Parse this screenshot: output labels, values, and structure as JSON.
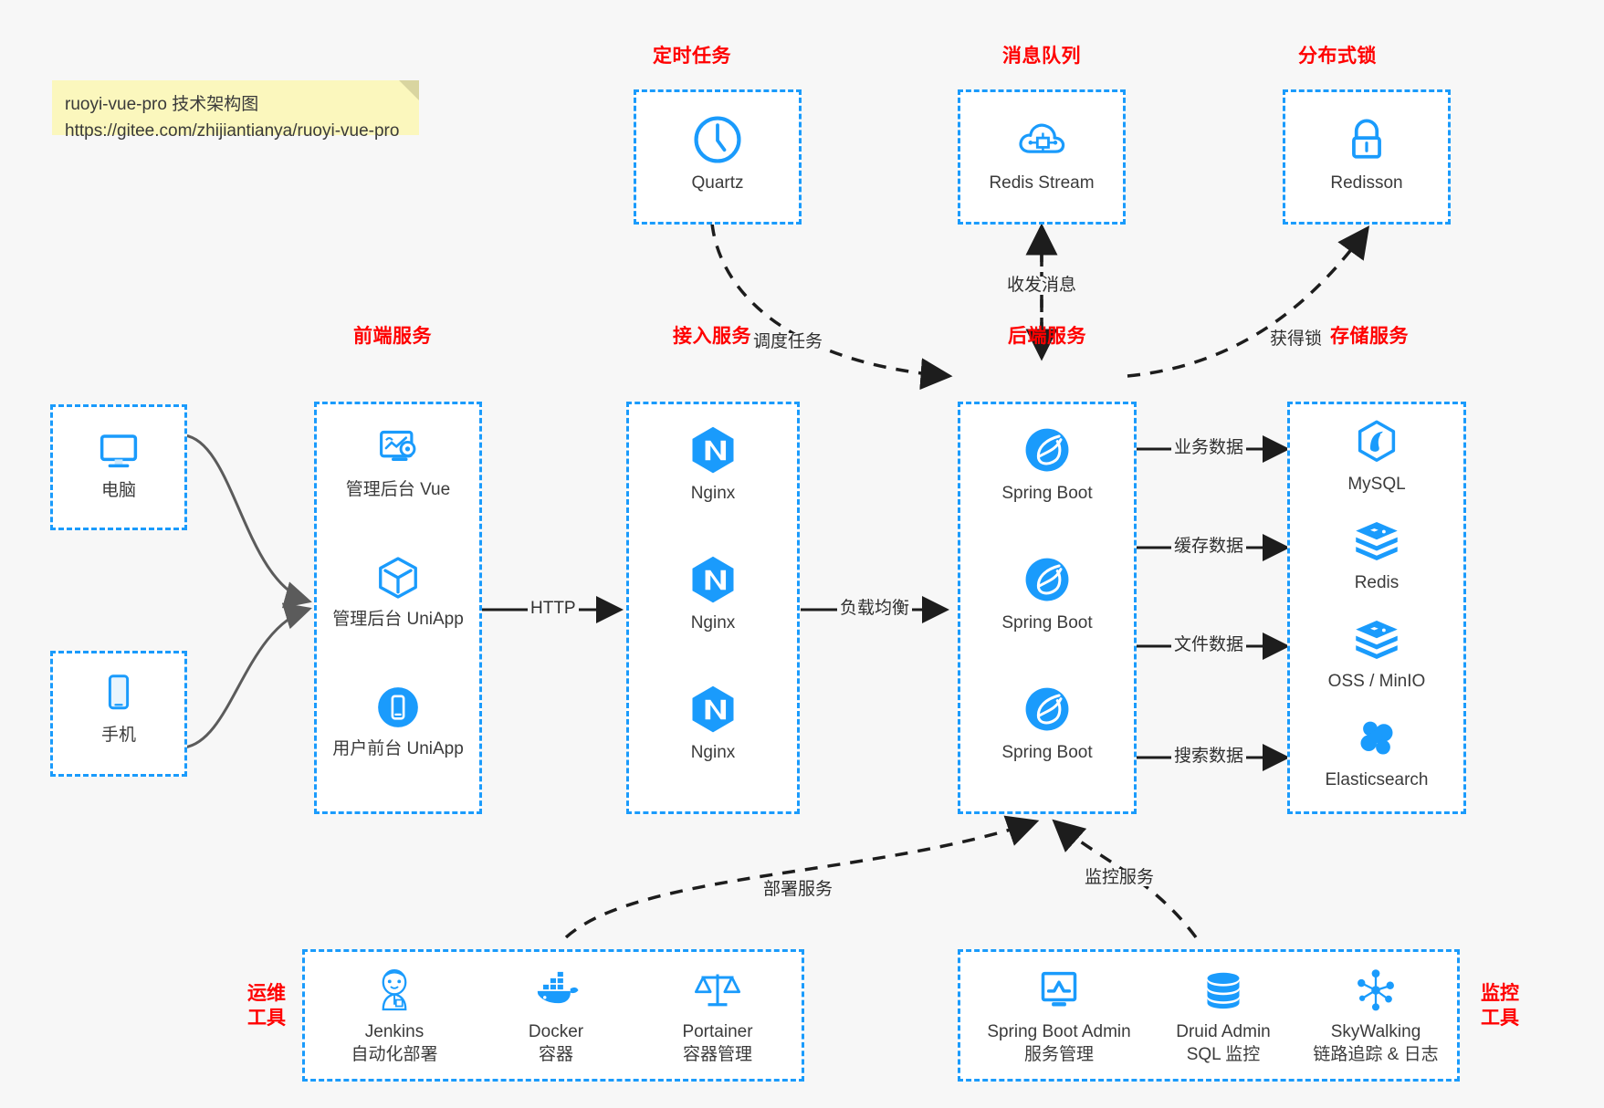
{
  "note": {
    "line1": "ruoyi-vue-pro 技术架构图",
    "line2": "https://gitee.com/zhijiantianya/ruoyi-vue-pro"
  },
  "colors": {
    "accent_blue": "#1a9bfc",
    "title_red": "#ff0000",
    "background": "#f7f7f7",
    "box_fill": "#ffffff",
    "arrow_black": "#1d1d1d",
    "arrow_gray": "#5b5b5b",
    "note_yellow": "#fbf7bd"
  },
  "groups": {
    "scheduler": {
      "title": "定时任务",
      "items": [
        {
          "name": "Quartz",
          "icon": "clock-icon"
        }
      ]
    },
    "message_queue": {
      "title": "消息队列",
      "items": [
        {
          "name": "Redis Stream",
          "icon": "cloud-network-icon"
        }
      ]
    },
    "distributed_lock": {
      "title": "分布式锁",
      "items": [
        {
          "name": "Redisson",
          "icon": "lock-icon"
        }
      ]
    },
    "clients": {
      "items": [
        {
          "name": "电脑",
          "icon": "desktop-icon"
        },
        {
          "name": "手机",
          "icon": "mobile-icon"
        }
      ]
    },
    "frontend": {
      "title": "前端服务",
      "items": [
        {
          "name": "管理后台 Vue",
          "icon": "dashboard-gear-icon"
        },
        {
          "name": "管理后台 UniApp",
          "icon": "cube-icon"
        },
        {
          "name": "用户前台 UniApp",
          "icon": "phone-circle-icon"
        }
      ]
    },
    "gateway": {
      "title": "接入服务",
      "items": [
        {
          "name": "Nginx",
          "icon": "nginx-icon"
        },
        {
          "name": "Nginx",
          "icon": "nginx-icon"
        },
        {
          "name": "Nginx",
          "icon": "nginx-icon"
        }
      ]
    },
    "backend": {
      "title": "后端服务",
      "items": [
        {
          "name": "Spring Boot",
          "icon": "spring-boot-icon"
        },
        {
          "name": "Spring Boot",
          "icon": "spring-boot-icon"
        },
        {
          "name": "Spring Boot",
          "icon": "spring-boot-icon"
        }
      ]
    },
    "storage": {
      "title": "存储服务",
      "items": [
        {
          "name": "MySQL",
          "icon": "mysql-icon"
        },
        {
          "name": "Redis",
          "icon": "redis-icon"
        },
        {
          "name": "OSS / MinIO",
          "icon": "redis-icon"
        },
        {
          "name": "Elasticsearch",
          "icon": "elasticsearch-icon"
        }
      ]
    },
    "ops_tools": {
      "title": "运维\n工具",
      "title_line1": "运维",
      "title_line2": "工具",
      "items": [
        {
          "name": "Jenkins",
          "desc": "自动化部署",
          "icon": "jenkins-icon"
        },
        {
          "name": "Docker",
          "desc": "容器",
          "icon": "docker-icon"
        },
        {
          "name": "Portainer",
          "desc": "容器管理",
          "icon": "scales-icon"
        }
      ]
    },
    "monitor_tools": {
      "title_line1": "监控",
      "title_line2": "工具",
      "items": [
        {
          "name": "Spring Boot Admin",
          "desc": "服务管理",
          "icon": "monitor-chart-icon"
        },
        {
          "name": "Druid Admin",
          "desc": "SQL 监控",
          "icon": "database-icon"
        },
        {
          "name": "SkyWalking",
          "desc": "链路追踪 & 日志",
          "icon": "skywalking-icon"
        }
      ]
    }
  },
  "edges": [
    {
      "id": "http",
      "label": "HTTP"
    },
    {
      "id": "load-balance",
      "label": "负载均衡"
    },
    {
      "id": "schedule-task",
      "label": "调度任务"
    },
    {
      "id": "send-receive-message",
      "label": "收发消息"
    },
    {
      "id": "acquire-lock",
      "label": "获得锁"
    },
    {
      "id": "business-data",
      "label": "业务数据"
    },
    {
      "id": "cache-data",
      "label": "缓存数据"
    },
    {
      "id": "file-data",
      "label": "文件数据"
    },
    {
      "id": "search-data",
      "label": "搜索数据"
    },
    {
      "id": "deploy-service",
      "label": "部署服务"
    },
    {
      "id": "monitor-service",
      "label": "监控服务"
    }
  ]
}
